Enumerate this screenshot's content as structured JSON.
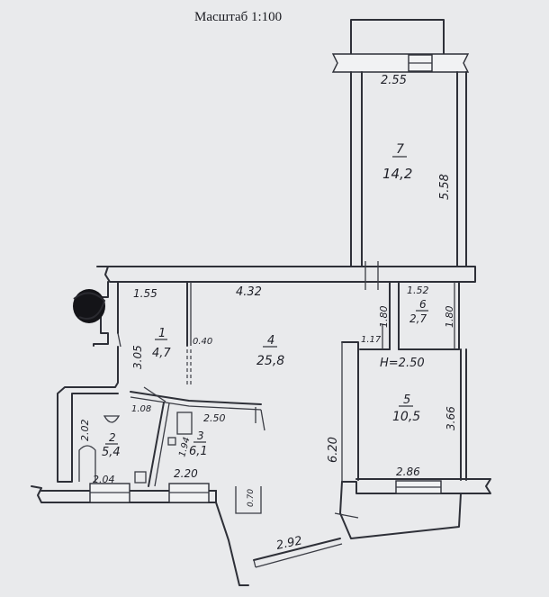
{
  "title": "Масштаб 1:100",
  "colors": {
    "paper": "#e9eaec",
    "ink": "#2e3038",
    "scribble": "#141418"
  },
  "balcony": {
    "width": "2.55"
  },
  "rooms": [
    {
      "id": "room-1",
      "number": "1",
      "area": "4,7",
      "dim_top": "1.55",
      "dim_side": "3.05"
    },
    {
      "id": "room-2",
      "number": "2",
      "area": "5,4",
      "dim_left": "2.02",
      "dim_bottom": "2.04"
    },
    {
      "id": "room-3",
      "number": "3",
      "area": "6,1",
      "dim_left": "1.94",
      "dim_top": "2.50",
      "dim_bottom": "2.20"
    },
    {
      "id": "room-4",
      "number": "4",
      "area": "25,8",
      "dim_top": "4.32",
      "dim_right": "6.20",
      "dim_bottom": "2.92",
      "dim_small": "0.40"
    },
    {
      "id": "room-5",
      "number": "5",
      "area": "10,5",
      "dim_right": "3.66",
      "dim_bottom": "2.86"
    },
    {
      "id": "room-6",
      "number": "6",
      "area": "2,7",
      "dim_top": "1.52",
      "dim_left": "1.80",
      "dim_right": "1.80"
    },
    {
      "id": "room-7",
      "number": "7",
      "area": "14,2",
      "dim_right": "5.58"
    }
  ],
  "labels": {
    "height": "H=2.50",
    "small_door": "1.17",
    "corridor": "1.08",
    "stair_width": "0.70"
  }
}
